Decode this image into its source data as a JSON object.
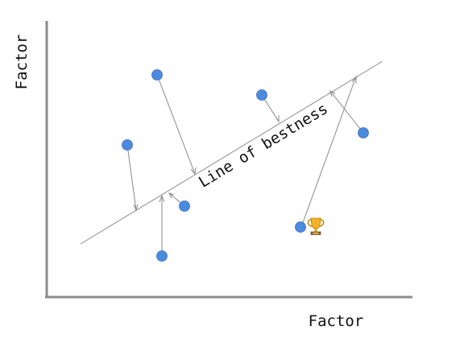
{
  "diagram": {
    "x_axis_label": "Factor",
    "y_axis_label": "Factor",
    "line_label": "Line of bestness",
    "trophy_icon": "🏆",
    "colors": {
      "point": "#4a8be0",
      "line": "#8a8a8a",
      "axis": "#8c8c8c"
    }
  }
}
